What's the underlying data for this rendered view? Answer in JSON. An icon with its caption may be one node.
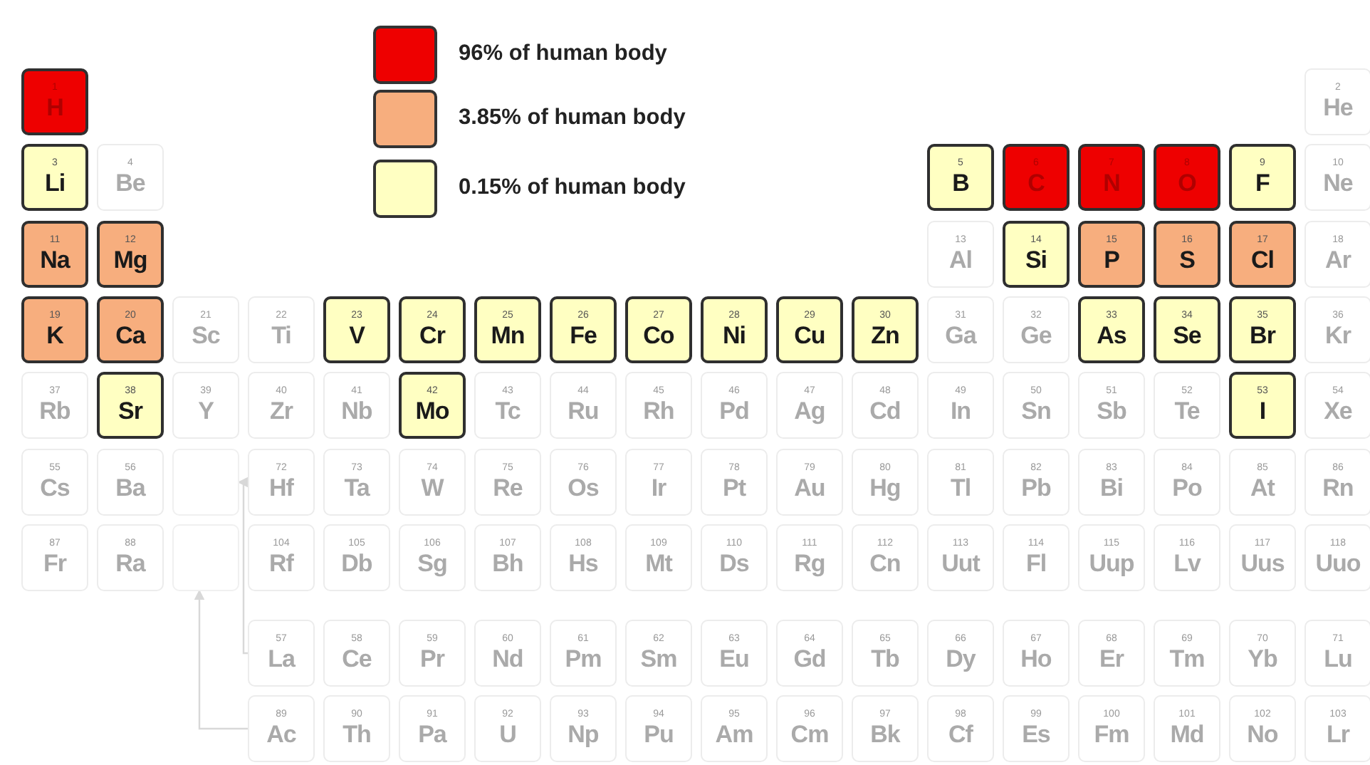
{
  "diagram": {
    "nodes": [
      {
        "text": [
          "1",
          "H"
        ]
      },
      {
        "text": [
          "2",
          "He"
        ]
      },
      {
        "text": [
          "3",
          "Li"
        ]
      },
      {
        "text": [
          "4",
          "Be"
        ]
      },
      {
        "text": [
          "5",
          "B"
        ]
      },
      {
        "text": [
          "6",
          "C"
        ]
      },
      {
        "text": [
          "7",
          "N"
        ]
      },
      {
        "text": [
          "8",
          "O"
        ]
      },
      {
        "text": [
          "9",
          "F"
        ]
      },
      {
        "text": [
          "10",
          "Ne"
        ]
      },
      {
        "text": [
          "11",
          "Na"
        ]
      },
      {
        "text": [
          "12",
          "Mg"
        ]
      },
      {
        "text": [
          "13",
          "Al"
        ]
      },
      {
        "text": [
          "14",
          "Si"
        ]
      },
      {
        "text": [
          "15",
          "P"
        ]
      },
      {
        "text": [
          "16",
          "S"
        ]
      },
      {
        "text": [
          "17",
          "Cl"
        ]
      },
      {
        "text": [
          "18",
          "Ar"
        ]
      },
      {
        "text": [
          "19",
          "K"
        ]
      },
      {
        "text": [
          "20",
          "Ca"
        ]
      },
      {
        "text": [
          "21",
          "Sc"
        ]
      },
      {
        "text": [
          "22",
          "Ti"
        ]
      },
      {
        "text": [
          "23",
          "V"
        ]
      },
      {
        "text": [
          "24",
          "Cr"
        ]
      },
      {
        "text": [
          "25",
          "Mn"
        ]
      },
      {
        "text": [
          "26",
          "Fe"
        ]
      },
      {
        "text": [
          "27",
          "Co"
        ]
      },
      {
        "text": [
          "28",
          "Ni"
        ]
      },
      {
        "text": [
          "29",
          "Cu"
        ]
      },
      {
        "text": [
          "30",
          "Zn"
        ]
      },
      {
        "text": [
          "31",
          "Ga"
        ]
      },
      {
        "text": [
          "32",
          "Ge"
        ]
      },
      {
        "text": [
          "33",
          "As"
        ]
      },
      {
        "text": [
          "34",
          "Se"
        ]
      },
      {
        "text": [
          "35",
          "Br"
        ]
      },
      {
        "text": [
          "36",
          "Kr"
        ]
      },
      {
        "text": [
          "37",
          "Rb"
        ]
      },
      {
        "text": [
          "38",
          "Sr"
        ]
      },
      {
        "text": [
          "39",
          "Y"
        ]
      },
      {
        "text": [
          "40",
          "Zr"
        ]
      },
      {
        "text": [
          "41",
          "Nb"
        ]
      },
      {
        "text": [
          "42",
          "Mo"
        ]
      },
      {
        "text": [
          "43",
          "Tc"
        ]
      },
      {
        "text": [
          "44",
          "Ru"
        ]
      },
      {
        "text": [
          "45",
          "Rh"
        ]
      },
      {
        "text": [
          "46",
          "Pd"
        ]
      },
      {
        "text": [
          "47",
          "Ag"
        ]
      },
      {
        "text": [
          "48",
          "Cd"
        ]
      },
      {
        "text": [
          "49",
          "In"
        ]
      },
      {
        "text": [
          "50",
          "Sn"
        ]
      },
      {
        "text": [
          "51",
          "Sb"
        ]
      },
      {
        "text": [
          "52",
          "Te"
        ]
      },
      {
        "text": [
          "53",
          "I"
        ]
      },
      {
        "text": [
          "54",
          "Xe"
        ]
      },
      {
        "text": [
          "55",
          "Cs"
        ]
      },
      {
        "text": [
          "56",
          "Ba"
        ]
      },
      {
        "text": [],
        "shape": "box"
      },
      {
        "text": [
          "72",
          "Hf"
        ]
      },
      {
        "text": [
          "73",
          "Ta"
        ]
      },
      {
        "text": [
          "74",
          "W"
        ]
      },
      {
        "text": [
          "75",
          "Re"
        ]
      },
      {
        "text": [
          "76",
          "Os"
        ]
      },
      {
        "text": [
          "77",
          "Ir"
        ]
      },
      {
        "text": [
          "78",
          "Pt"
        ]
      },
      {
        "text": [
          "79",
          "Au"
        ]
      },
      {
        "text": [
          "80",
          "Hg"
        ]
      },
      {
        "text": [
          "81",
          "Tl"
        ]
      },
      {
        "text": [
          "82",
          "Pb"
        ]
      },
      {
        "text": [
          "83",
          "Bi"
        ]
      },
      {
        "text": [
          "84",
          "Po"
        ]
      },
      {
        "text": [
          "85",
          "At"
        ]
      },
      {
        "text": [
          "86",
          "Rn"
        ]
      },
      {
        "text": [
          "87",
          "Fr"
        ]
      },
      {
        "text": [
          "88",
          "Ra"
        ]
      },
      {
        "text": [],
        "shape": "box"
      },
      {
        "text": [
          "104",
          "Rf"
        ]
      },
      {
        "text": [
          "105",
          "Db"
        ]
      },
      {
        "text": [
          "106",
          "Sg"
        ]
      },
      {
        "text": [
          "107",
          "Bh"
        ]
      },
      {
        "text": [
          "108",
          "Hs"
        ]
      },
      {
        "text": [
          "109",
          "Mt"
        ]
      },
      {
        "text": [
          "110",
          "Ds"
        ]
      },
      {
        "text": [
          "111",
          "Rg"
        ]
      },
      {
        "text": [
          "112",
          "Cn"
        ]
      },
      {
        "text": [
          "113",
          "Uut"
        ]
      },
      {
        "text": [
          "114",
          "Fl"
        ]
      },
      {
        "text": [
          "115",
          "Uup"
        ]
      },
      {
        "text": [
          "116",
          "Lv"
        ]
      },
      {
        "text": [
          "117",
          "Uus"
        ]
      },
      {
        "text": [
          "118",
          "Uuo"
        ]
      },
      {
        "text": [
          "57",
          "La"
        ]
      },
      {
        "text": [
          "58",
          "Ce"
        ]
      },
      {
        "text": [
          "59",
          "Pr"
        ]
      },
      {
        "text": [
          "60",
          "Nd"
        ]
      },
      {
        "text": [
          "61",
          "Pm"
        ]
      },
      {
        "text": [
          "62",
          "Sm"
        ]
      },
      {
        "text": [
          "63",
          "Eu"
        ]
      },
      {
        "text": [
          "64",
          "Gd"
        ]
      },
      {
        "text": [
          "65",
          "Tb"
        ]
      },
      {
        "text": [
          "66",
          "Dy"
        ]
      },
      {
        "text": [
          "67",
          "Ho"
        ]
      },
      {
        "text": [
          "68",
          "Er"
        ]
      },
      {
        "text": [
          "69",
          "Tm"
        ]
      },
      {
        "text": [
          "70",
          "Yb"
        ]
      },
      {
        "text": [
          "71",
          "Lu"
        ]
      },
      {
        "text": [
          "89",
          "Ac"
        ]
      },
      {
        "text": [
          "90",
          "Th"
        ]
      },
      {
        "text": [
          "91",
          "Pa"
        ]
      },
      {
        "text": [
          "92",
          "U"
        ]
      },
      {
        "text": [
          "93",
          "Np"
        ]
      },
      {
        "text": [
          "94",
          "Pu"
        ]
      },
      {
        "text": [
          "95",
          "Am"
        ]
      },
      {
        "text": [
          "96",
          "Cm"
        ]
      },
      {
        "text": [
          "97",
          "Bk"
        ]
      },
      {
        "text": [
          "98",
          "Cf"
        ]
      },
      {
        "text": [
          "99",
          "Es"
        ]
      },
      {
        "text": [
          "100",
          "Fm"
        ]
      },
      {
        "text": [
          "101",
          "Md"
        ]
      },
      {
        "text": [
          "102",
          "No"
        ]
      },
      {
        "text": [
          "103",
          "Lr"
        ]
      }
    ],
    "edges": [
      {
        "from": 90,
        "to": 56,
        "arrow": "to"
      },
      {
        "from": 105,
        "to": 74,
        "arrow": "to"
      }
    ],
    "legend": [
      {
        "text": "96% of human body",
        "color": "#ee0000"
      },
      {
        "text": "3.85% of human body",
        "color": "#f7ae7e"
      },
      {
        "text": "0.15% of human body",
        "color": "#ffffc2"
      }
    ]
  }
}
